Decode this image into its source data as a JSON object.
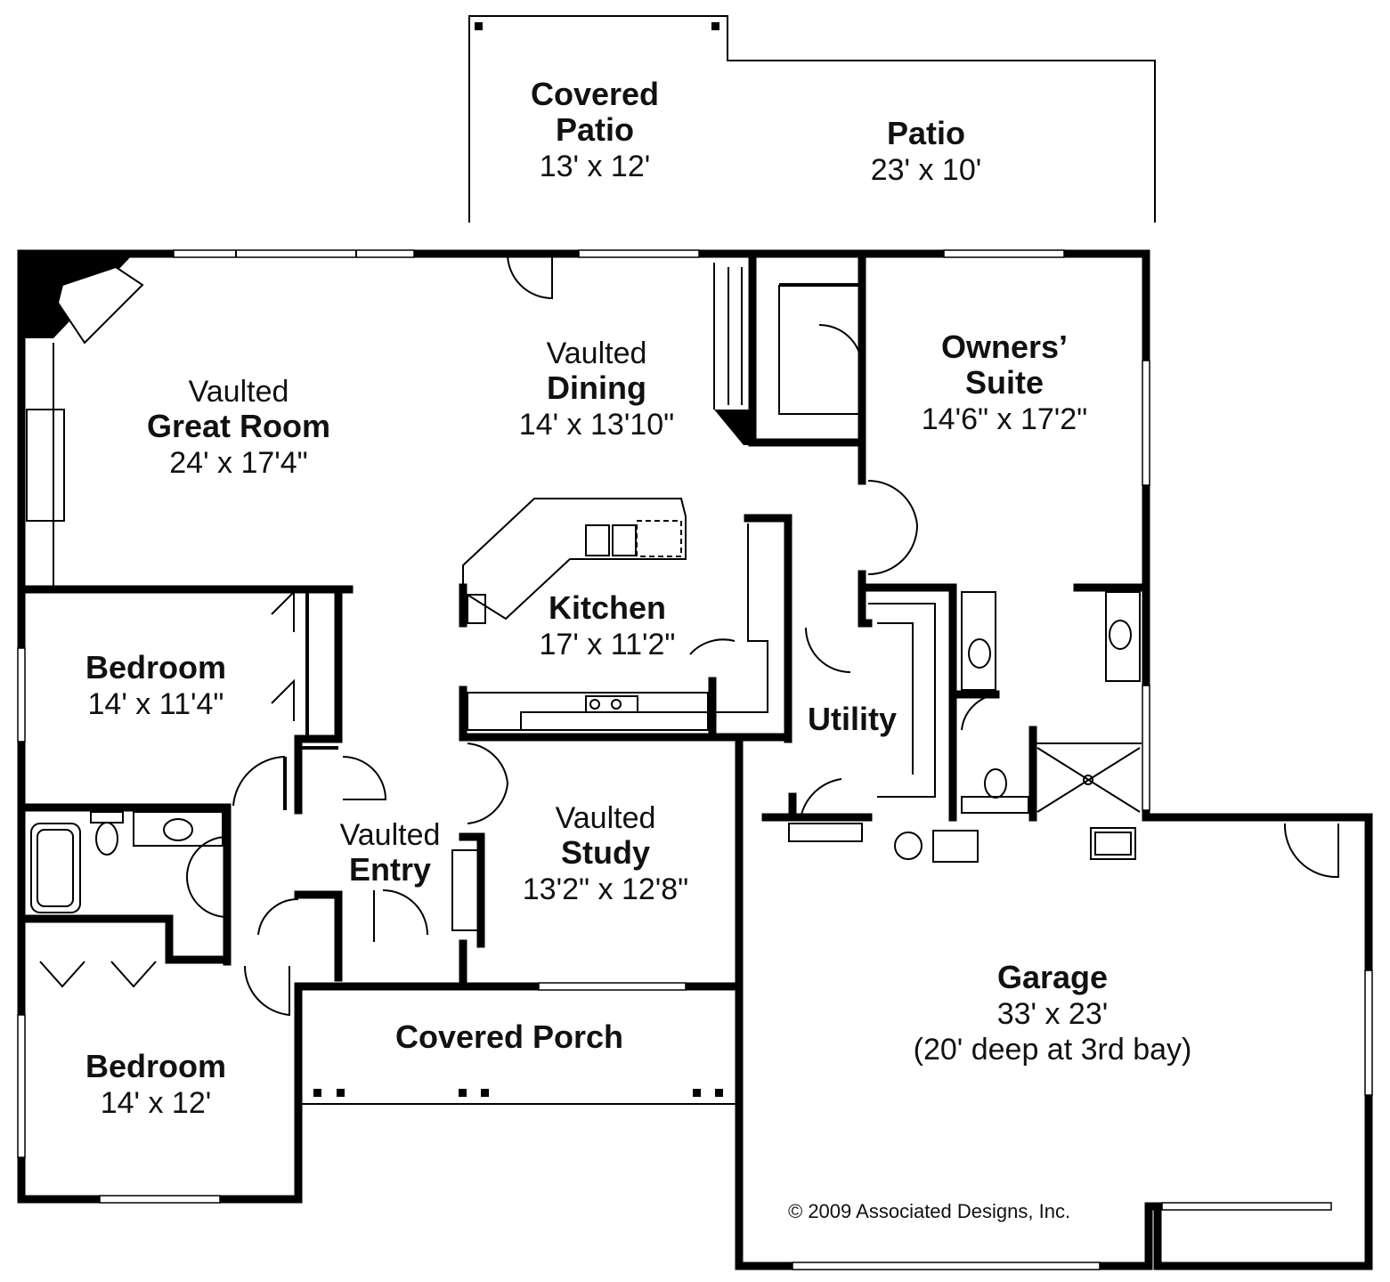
{
  "rooms": {
    "covered_patio": {
      "line1": "Covered",
      "line2": "Patio",
      "size": "13' x 12'"
    },
    "patio": {
      "name": "Patio",
      "size": "23' x 10'"
    },
    "great_room": {
      "prefix": "Vaulted",
      "name": "Great Room",
      "size": "24' x 17'4\""
    },
    "dining": {
      "prefix": "Vaulted",
      "name": "Dining",
      "size": "14' x 13'10\""
    },
    "owners_suite": {
      "line1": "Owners’",
      "line2": "Suite",
      "size": "14'6\" x 17'2\""
    },
    "kitchen": {
      "name": "Kitchen",
      "size": "17' x 11'2\""
    },
    "bedroom_1": {
      "name": "Bedroom",
      "size": "14' x 11'4\""
    },
    "utility": {
      "name": "Utility"
    },
    "study": {
      "prefix": "Vaulted",
      "name": "Study",
      "size": "13'2\" x 12'8\""
    },
    "entry": {
      "prefix": "Vaulted",
      "name": "Entry"
    },
    "garage": {
      "name": "Garage",
      "size": "33' x 23'",
      "note": "(20' deep at 3rd bay)"
    },
    "covered_porch": {
      "name": "Covered Porch"
    },
    "bedroom_2": {
      "name": "Bedroom",
      "size": "14' x 12'"
    }
  },
  "copyright": "© 2009 Associated Designs, Inc."
}
